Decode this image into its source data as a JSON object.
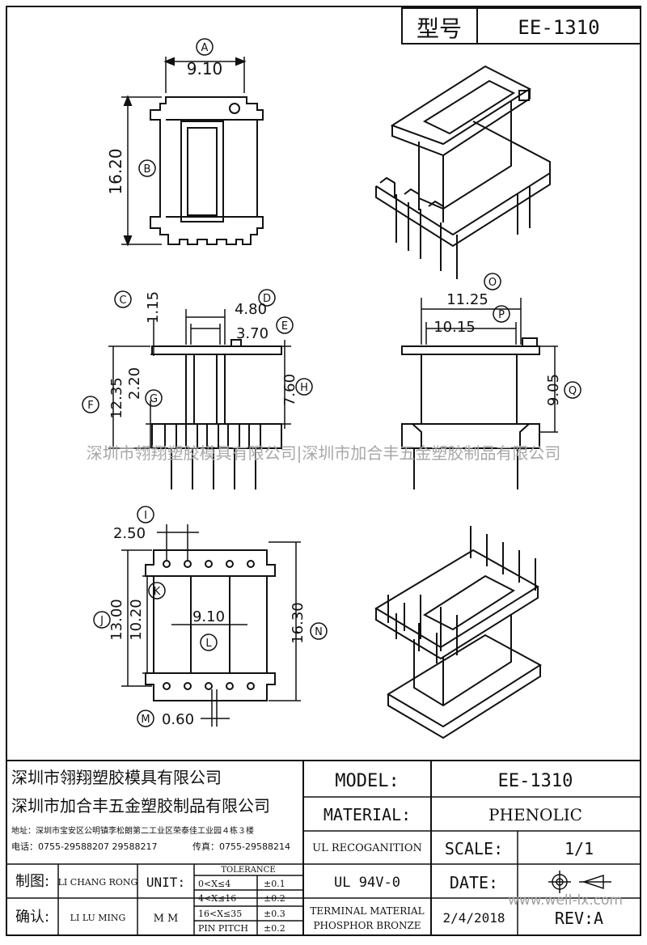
{
  "header": {
    "model_label": "型号",
    "model_value": "EE-1310"
  },
  "watermark": "深圳市翎翔塑胶模具有限公司|深圳市加合丰五金塑胶制品有限公司",
  "watermark_site": "www.well-lx.com",
  "top_view": {
    "dims": [
      {
        "letter": "A",
        "value": "9.10"
      },
      {
        "letter": "B",
        "value": "16.20"
      }
    ]
  },
  "front_view": {
    "dims": [
      {
        "letter": "C",
        "value": "1.15"
      },
      {
        "letter": "D",
        "value": "4.80"
      },
      {
        "letter": "E",
        "value": "3.70"
      },
      {
        "letter": "F",
        "value": "12.35"
      },
      {
        "letter": "G",
        "value": "2.20"
      },
      {
        "letter": "H",
        "value": "7.60"
      }
    ]
  },
  "side_view": {
    "dims": [
      {
        "letter": "O",
        "value": "11.25"
      },
      {
        "letter": "P",
        "value": "10.15"
      },
      {
        "letter": "Q",
        "value": "9.05"
      }
    ]
  },
  "bottom_view": {
    "dims": [
      {
        "letter": "I",
        "value": "2.50"
      },
      {
        "letter": "J",
        "value": "13.00"
      },
      {
        "letter": "K",
        "value": "10.20"
      },
      {
        "letter": "L",
        "value": "9.10"
      },
      {
        "letter": "N",
        "value": "16.30"
      },
      {
        "letter": "M",
        "value": "0.60"
      }
    ]
  },
  "title_block": {
    "company1": "深圳市翎翔塑胶模具有限公司",
    "company2": "深圳市加合丰五金塑胶制品有限公司",
    "address": "地址：深圳市宝安区公明镇李松朗第二工业区荣泰佳工业园４栋３楼",
    "phone": "电话：0755-29588207  29588217",
    "fax": "传真：0755-29588214",
    "model_label": "MODEL:",
    "model_value": "EE-1310",
    "material_label": "MATERIAL:",
    "material_value": "PHENOLIC",
    "ul_label": "UL RECOGANITION",
    "ul_value": "UL 94V-0",
    "scale_label": "SCALE:",
    "scale_value": "1/1",
    "date_label": "DATE:",
    "date_value": "2/4/2018",
    "rev_label": "REV:A",
    "terminal_label": "TERMINAL MATERIAL",
    "terminal_value": "PHOSPHOR  BRONZE",
    "drawn_label": "制图:",
    "drawn_value": "LI CHANG RONG",
    "checked_label": "确认:",
    "checked_value": "LI LU MING",
    "unit_label": "UNIT:",
    "unit_value": "M M",
    "tolerance_title": "TOLERANCE",
    "tolerance_rows": [
      {
        "range": "0<X≤4",
        "tol": "±0.1"
      },
      {
        "range": "4<X≤16",
        "tol": "±0.2"
      },
      {
        "range": "16<X≤35",
        "tol": "±0.3"
      },
      {
        "range": "PIN PITCH",
        "tol": "±0.2"
      }
    ]
  }
}
